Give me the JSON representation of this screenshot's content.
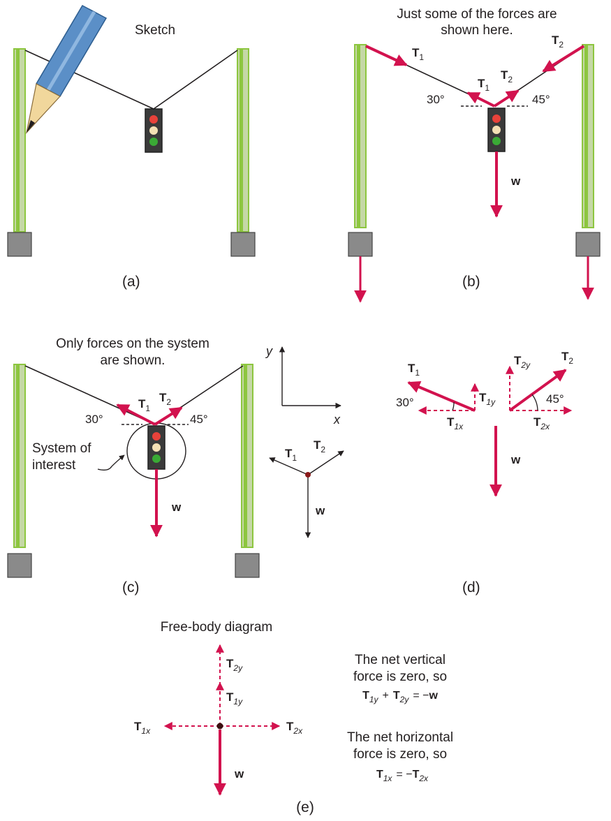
{
  "panels": {
    "a": {
      "caption": "(a)",
      "title": "Sketch"
    },
    "b": {
      "caption": "(b)",
      "title_line1": "Just some of  the forces are",
      "title_line2": "shown here."
    },
    "c": {
      "caption": "(c)",
      "title_line1": "Only forces on the system",
      "title_line2": "are shown.",
      "system_line1": "System of",
      "system_line2": "interest"
    },
    "d": {
      "caption": "(d)"
    },
    "e": {
      "caption": "(e)",
      "title": "Free-body diagram",
      "vertical_line1": "The net vertical",
      "vertical_line2": "force is zero, so",
      "horizontal_line1": "The net horizontal",
      "horizontal_line2": "force is zero, so"
    }
  },
  "labels": {
    "T": "T",
    "w": "w",
    "one": "1",
    "two": "2",
    "one_x": "1x",
    "one_y": "1y",
    "two_x": "2x",
    "two_y": "2y",
    "angle_30": "30°",
    "angle_45": "45°",
    "axis_x": "x",
    "axis_y": "y",
    "plus": "+",
    "equals_neg": "= −",
    "minus": "−"
  },
  "colors": {
    "force": "#d2124e",
    "pole_green": "#8dc63f",
    "pole_light": "#c5d8a6",
    "base_gray": "#8a8a8a",
    "light_red": "#e8423a",
    "light_yellow": "#f3e0b4",
    "light_green": "#3aaa35",
    "pencil_blue": "#5b8fc7"
  }
}
